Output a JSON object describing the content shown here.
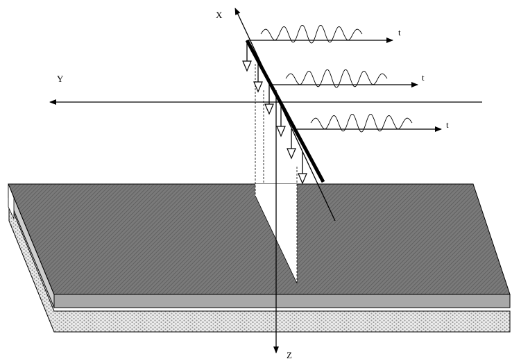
{
  "labels": {
    "axis_x": "X",
    "axis_y": "Y",
    "axis_z": "Z",
    "time_axes": [
      "t",
      "t",
      "t"
    ]
  },
  "colors": {
    "plate_top": "#777777",
    "plate_edge": "#aaaaaa",
    "plate_base": "#e4e4e4",
    "ink": "#000000",
    "cut_plane": "#ffffff"
  }
}
